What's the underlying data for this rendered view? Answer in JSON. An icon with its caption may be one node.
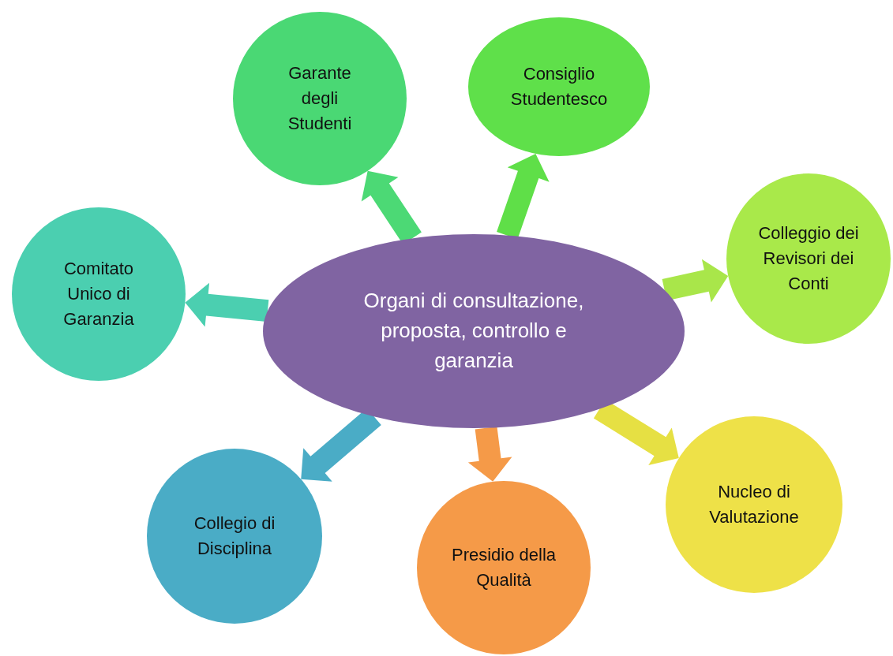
{
  "diagram": {
    "nodes": [
      {
        "text": [
          "Organi di consultazione, proposta, controllo e garanzia"
        ]
      },
      {
        "text": [
          "Garante degli Studenti"
        ]
      },
      {
        "text": [
          "Consiglio Studentesco"
        ]
      },
      {
        "text": [
          "Colleggio dei Revisori dei Conti"
        ]
      },
      {
        "text": [
          "Comitato Unico di Garanzia"
        ]
      },
      {
        "text": [
          "Nucleo di Valutazione"
        ]
      },
      {
        "text": [
          "Collegio di Disciplina"
        ]
      },
      {
        "text": [
          "Presidio della Qualità"
        ]
      }
    ],
    "edges": [
      {
        "from": 0,
        "to": 1,
        "arrow": "to",
        "color": "#4cd975"
      },
      {
        "from": 0,
        "to": 2,
        "arrow": "to",
        "color": "#5fdf48"
      },
      {
        "from": 0,
        "to": 3,
        "arrow": "to",
        "color": "#a9e64a"
      },
      {
        "from": 0,
        "to": 4,
        "arrow": "to",
        "color": "#4bcfb0"
      },
      {
        "from": 0,
        "to": 5,
        "arrow": "to",
        "color": "#e6e043"
      },
      {
        "from": 0,
        "to": 6,
        "arrow": "to",
        "color": "#4aacc6"
      },
      {
        "from": 0,
        "to": 7,
        "arrow": "to",
        "color": "#f59a48"
      }
    ]
  }
}
